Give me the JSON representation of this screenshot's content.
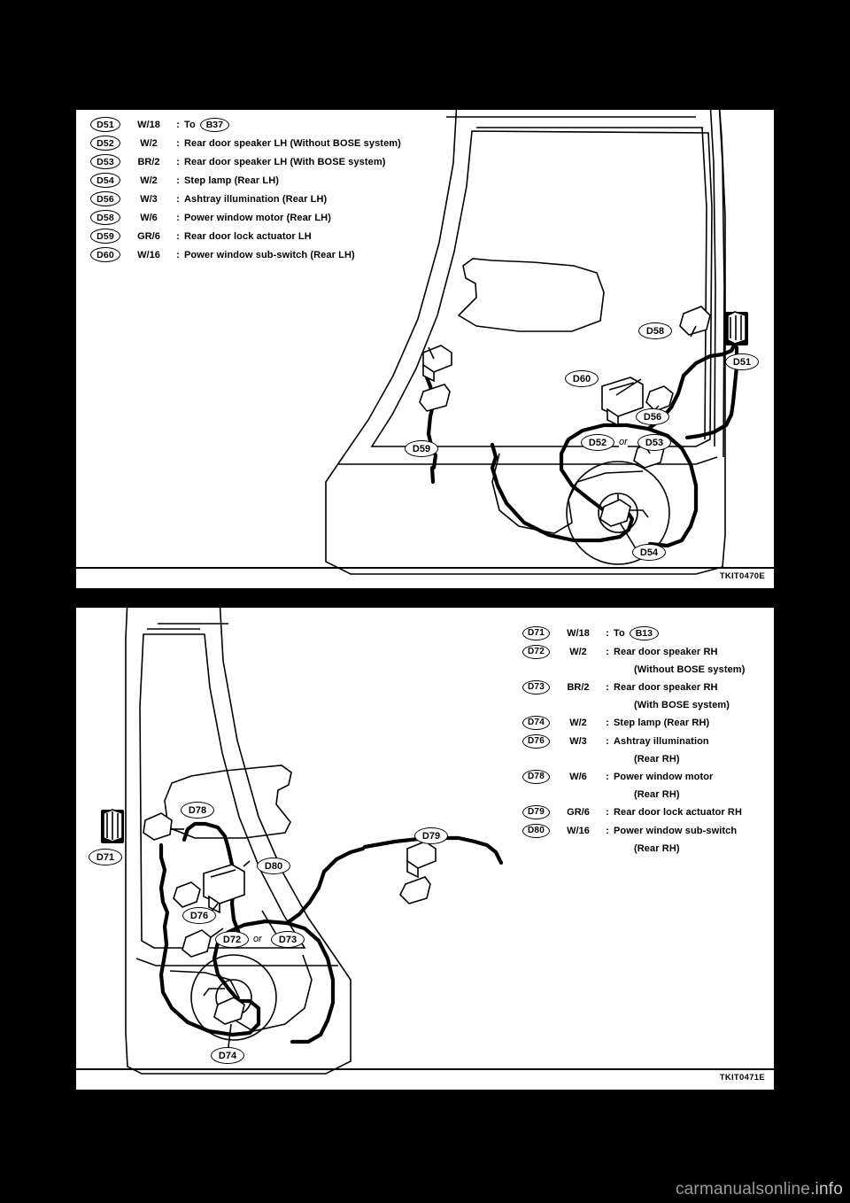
{
  "page": {
    "background": "#000000",
    "watermark": "carmanualsonline.info"
  },
  "figures": [
    {
      "id": "figure-rear-door-lh",
      "code": "TKIT0470E",
      "legend": [
        {
          "connector": "D51",
          "wire": "W/18",
          "sep": ":",
          "desc": "To",
          "to_ref": "B37"
        },
        {
          "connector": "D52",
          "wire": "W/2",
          "sep": ":",
          "desc": "Rear door speaker LH (Without BOSE system)"
        },
        {
          "connector": "D53",
          "wire": "BR/2",
          "sep": ":",
          "desc": "Rear door speaker LH (With BOSE system)"
        },
        {
          "connector": "D54",
          "wire": "W/2",
          "sep": ":",
          "desc": "Step lamp (Rear LH)"
        },
        {
          "connector": "D56",
          "wire": "W/3",
          "sep": ":",
          "desc": "Ashtray illumination (Rear LH)"
        },
        {
          "connector": "D58",
          "wire": "W/6",
          "sep": ":",
          "desc": "Power window motor (Rear LH)"
        },
        {
          "connector": "D59",
          "wire": "GR/6",
          "sep": ":",
          "desc": "Rear door lock actuator LH"
        },
        {
          "connector": "D60",
          "wire": "W/16",
          "sep": ":",
          "desc": "Power window sub-switch (Rear LH)"
        }
      ],
      "callouts": [
        "D59",
        "D58",
        "D51",
        "D60",
        "D56",
        "D52",
        "D53",
        "D54"
      ],
      "or_label": "or"
    },
    {
      "id": "figure-rear-door-rh",
      "code": "TKIT0471E",
      "legend": [
        {
          "connector": "D71",
          "wire": "W/18",
          "sep": ":",
          "desc": "To",
          "to_ref": "B13"
        },
        {
          "connector": "D72",
          "wire": "W/2",
          "sep": ":",
          "desc": "Rear door speaker RH",
          "desc2": "(Without BOSE system)"
        },
        {
          "connector": "D73",
          "wire": "BR/2",
          "sep": ":",
          "desc": "Rear door speaker RH",
          "desc2": "(With BOSE system)"
        },
        {
          "connector": "D74",
          "wire": "W/2",
          "sep": ":",
          "desc": "Step lamp (Rear RH)"
        },
        {
          "connector": "D76",
          "wire": "W/3",
          "sep": ":",
          "desc": "Ashtray illumination",
          "desc2": "(Rear RH)"
        },
        {
          "connector": "D78",
          "wire": "W/6",
          "sep": ":",
          "desc": "Power window motor",
          "desc2": "(Rear RH)"
        },
        {
          "connector": "D79",
          "wire": "GR/6",
          "sep": ":",
          "desc": "Rear door lock actuator RH"
        },
        {
          "connector": "D80",
          "wire": "W/16",
          "sep": ":",
          "desc": "Power window sub-switch",
          "desc2": "(Rear RH)"
        }
      ],
      "callouts": [
        "D78",
        "D79",
        "D71",
        "D80",
        "D76",
        "D72",
        "D73",
        "D74"
      ],
      "or_label": "or"
    }
  ]
}
